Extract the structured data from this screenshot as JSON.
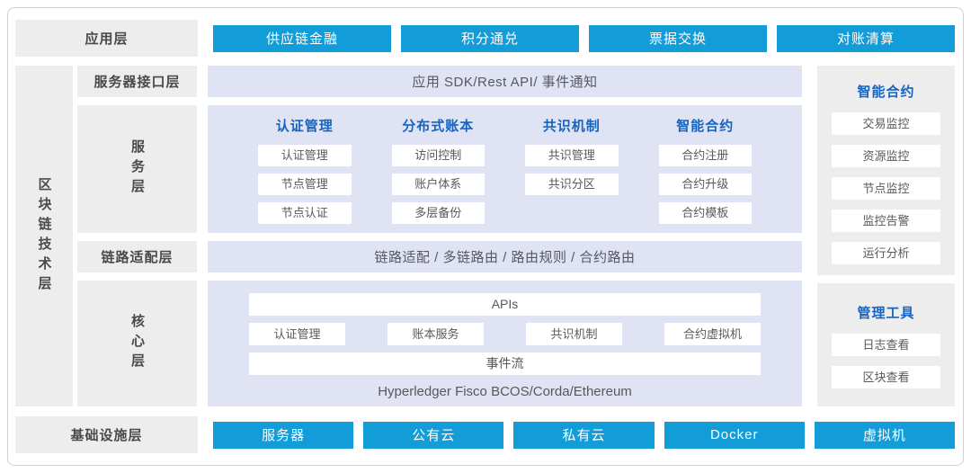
{
  "colors": {
    "accent_blue": "#129cd8",
    "header_blue": "#1565c0",
    "panel_lavender": "#e0e3f4",
    "panel_gray": "#ededee"
  },
  "app_layer": {
    "label": "应用层",
    "buttons": [
      "供应链金融",
      "积分通兑",
      "票据交换",
      "对账清算"
    ]
  },
  "tech_layer": {
    "label": "区块链技术层",
    "interface_row": {
      "label": "服务器接口层",
      "text": "应用 SDK/Rest API/ 事件通知"
    },
    "service_row": {
      "label": "服务层",
      "columns": [
        {
          "header": "认证管理",
          "items": [
            "认证管理",
            "节点管理",
            "节点认证"
          ]
        },
        {
          "header": "分布式账本",
          "items": [
            "访问控制",
            "账户体系",
            "多层备份"
          ]
        },
        {
          "header": "共识机制",
          "items": [
            "共识管理",
            "共识分区"
          ]
        },
        {
          "header": "智能合约",
          "items": [
            "合约注册",
            "合约升级",
            "合约模板"
          ]
        }
      ]
    },
    "adapter_row": {
      "label": "链路适配层",
      "text": "链路适配 / 多链路由 / 路由规则 / 合约路由"
    },
    "core_row": {
      "label": "核心层",
      "api_bar": "APIs",
      "modules": [
        "认证管理",
        "账本服务",
        "共识机制",
        "合约虚拟机"
      ],
      "event_bar": "事件流",
      "platforms": "Hyperledger Fisco BCOS/Corda/Ethereum"
    }
  },
  "side_panels": {
    "monitor": {
      "header": "智能合约",
      "items": [
        "交易监控",
        "资源监控",
        "节点监控",
        "监控告警",
        "运行分析"
      ]
    },
    "tools": {
      "header": "管理工具",
      "items": [
        "日志查看",
        "区块查看"
      ]
    }
  },
  "infra_layer": {
    "label": "基础设施层",
    "buttons": [
      "服务器",
      "公有云",
      "私有云",
      "Docker",
      "虚拟机"
    ]
  }
}
